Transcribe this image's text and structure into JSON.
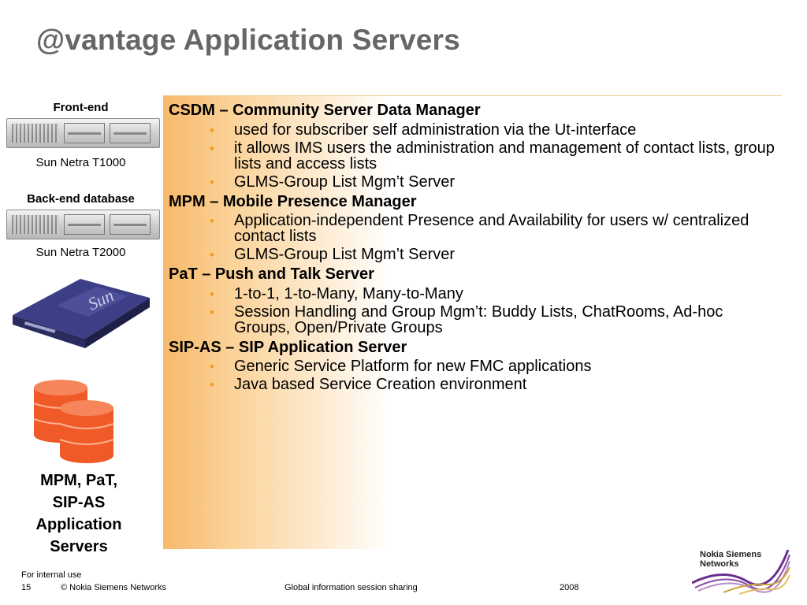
{
  "title": "@vantage Application Servers",
  "left": {
    "frontend_label": "Front-end",
    "frontend_model": "Sun Netra T1000",
    "backend_label": "Back-end database",
    "backend_model": "Sun Netra T2000",
    "sun_brand": "Sun",
    "apps_lines": [
      "MPM, PaT,",
      "SIP-AS",
      "Application",
      "Servers"
    ]
  },
  "sections": [
    {
      "heading": "CSDM – Community Server Data Manager",
      "bullets": [
        "used for subscriber self administration via the Ut-interface",
        "it allows IMS users the administration and management of contact lists, group lists and access lists",
        "GLMS-Group List Mgm’t Server"
      ]
    },
    {
      "heading": "MPM – Mobile Presence Manager",
      "bullets": [
        "Application-independent Presence and Availability for users  w/ centralized contact lists",
        "GLMS-Group List Mgm’t Server"
      ]
    },
    {
      "heading": "PaT – Push and Talk Server",
      "bullets": [
        "1-to-1, 1-to-Many, Many-to-Many",
        "Session Handling and Group Mgm’t: Buddy Lists, ChatRooms, Ad-hoc Groups, Open/Private Groups"
      ]
    },
    {
      "heading": "SIP-AS – SIP Application Server",
      "bullets": [
        "Generic Service Platform  for new FMC applications",
        "Java based Service Creation environment"
      ]
    }
  ],
  "footer": {
    "internal": "For internal use",
    "page": "15",
    "copyright": "© Nokia Siemens Networks",
    "event": "Global information session sharing",
    "year": "2008"
  },
  "logo": {
    "line1": "Nokia Siemens",
    "line2": "Networks"
  },
  "colors": {
    "bullet": "#f39c1f",
    "title": "#666666",
    "accent": "#f7b96b",
    "db": "#f05a28"
  }
}
